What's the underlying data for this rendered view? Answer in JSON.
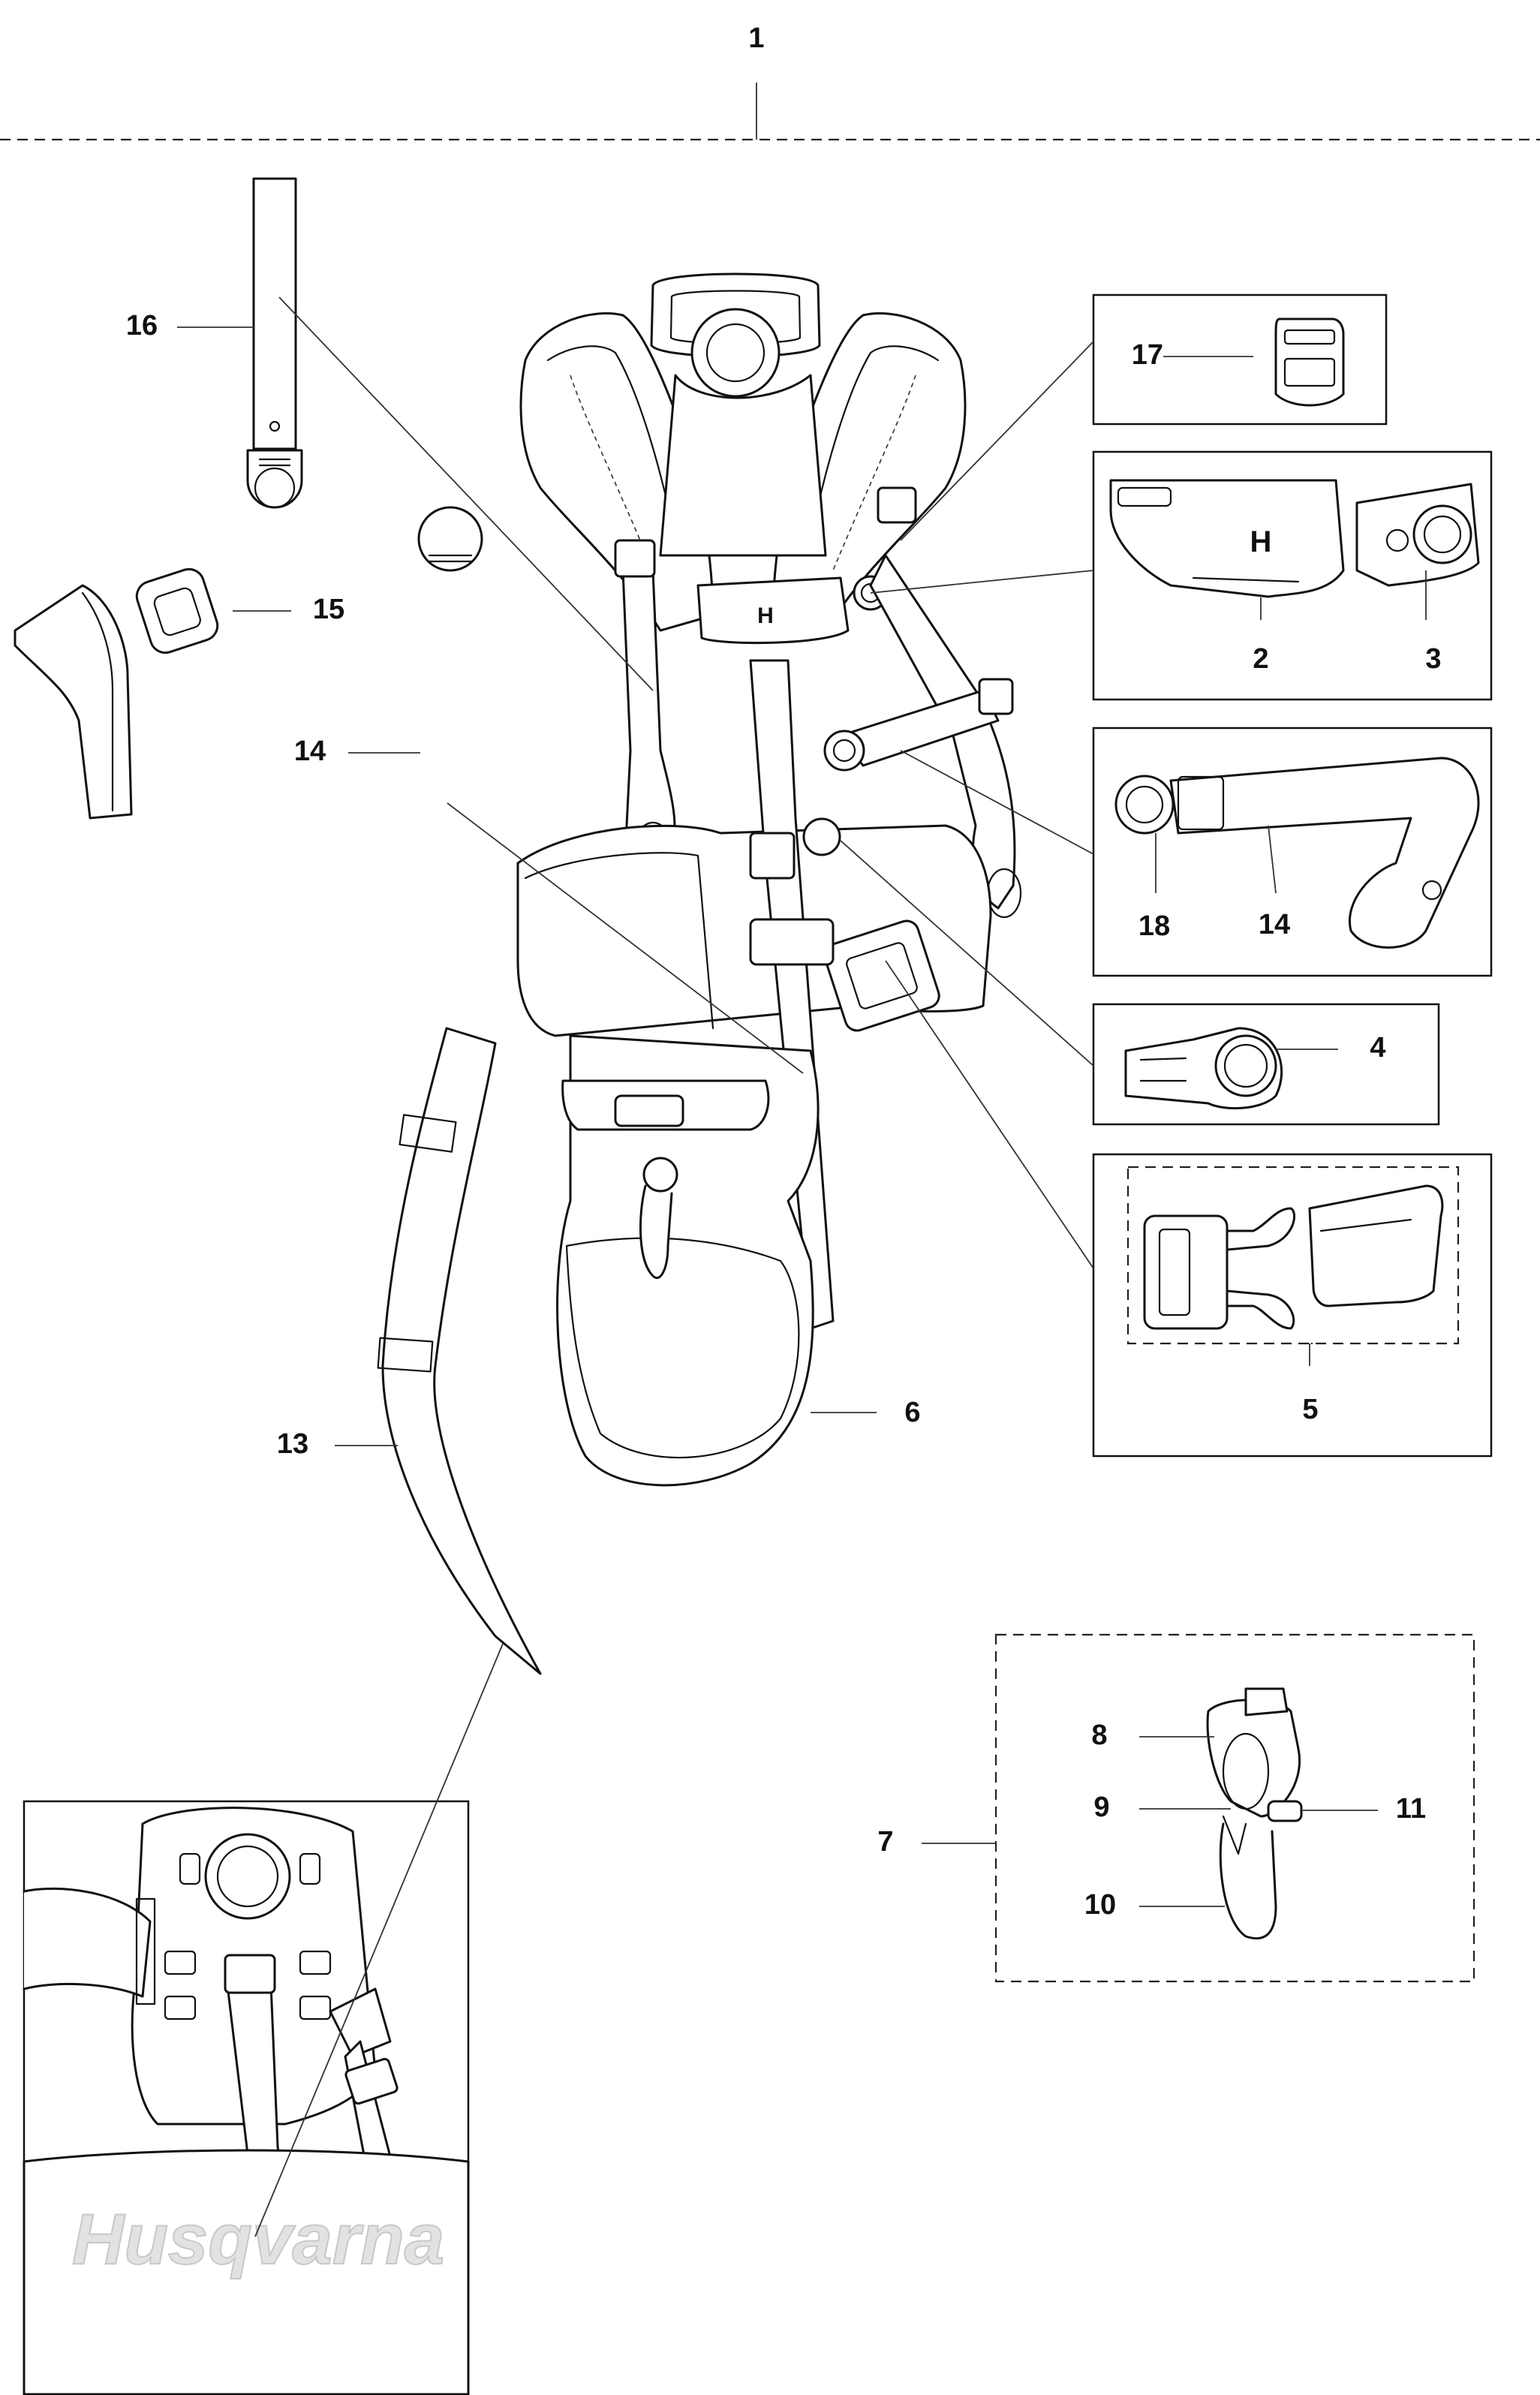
{
  "labels": {
    "l1": "1",
    "l2": "2",
    "l3": "3",
    "l4": "4",
    "l5": "5",
    "l6": "6",
    "l7": "7",
    "l8": "8",
    "l9": "9",
    "l10": "10",
    "l11": "11",
    "l13": "13",
    "l14a": "14",
    "l14b": "14",
    "l15": "15",
    "l16": "16",
    "l17": "17",
    "l18": "18"
  },
  "inset_brand": "Husqvarna"
}
